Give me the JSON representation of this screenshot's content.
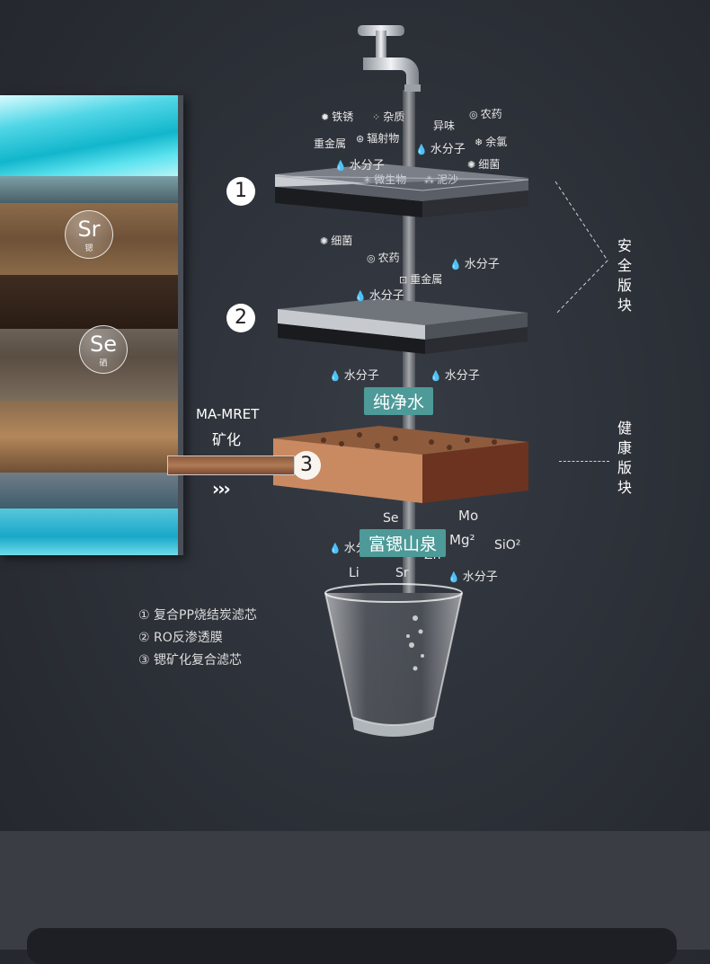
{
  "steps": {
    "one": "1",
    "two": "2",
    "three": "3"
  },
  "contaminants_top": [
    "铁锈",
    "杂质",
    "异味",
    "农药",
    "重金属",
    "辐射物",
    "水分子",
    "余氯",
    "水分子",
    "细菌",
    "微生物",
    "泥沙"
  ],
  "contaminants_mid": [
    "细菌",
    "农药",
    "水分子",
    "重金属",
    "水分子"
  ],
  "after_ro": [
    "水分子",
    "水分子"
  ],
  "pure_water_label": "纯净水",
  "mineralize": {
    "line1": "MA-MRET",
    "line2": "矿化",
    "arrows": "›››"
  },
  "spring_label": "富锶山泉",
  "elements": {
    "se": "Se",
    "mo": "Mo",
    "mg": "Mg²",
    "sio": "SiO²",
    "zn": "Zn",
    "li": "Li",
    "sr": "Sr",
    "water_left": "水分",
    "water_right": "水分子"
  },
  "minerals_panel": [
    {
      "symbol": "Sr",
      "cn": "锶"
    },
    {
      "symbol": "Se",
      "cn": "硒"
    }
  ],
  "side_labels": {
    "safe": [
      "安",
      "全",
      "版",
      "块"
    ],
    "health": [
      "健",
      "康",
      "版",
      "块"
    ]
  },
  "legend": [
    "① 复合PP烧结炭滤芯",
    "② RO反渗透膜",
    "③ 锶矿化复合滤芯"
  ],
  "colors": {
    "teal": "#4d9a98",
    "background": "#2b2f36",
    "copper": "#7a3f28"
  },
  "icons": [
    "faucet-icon",
    "glass-icon",
    "droplet-icon",
    "bacteria-icon",
    "pesticide-icon",
    "heavy-metal-icon",
    "chlorine-icon",
    "radiation-icon",
    "sand-icon",
    "microbe-icon"
  ]
}
